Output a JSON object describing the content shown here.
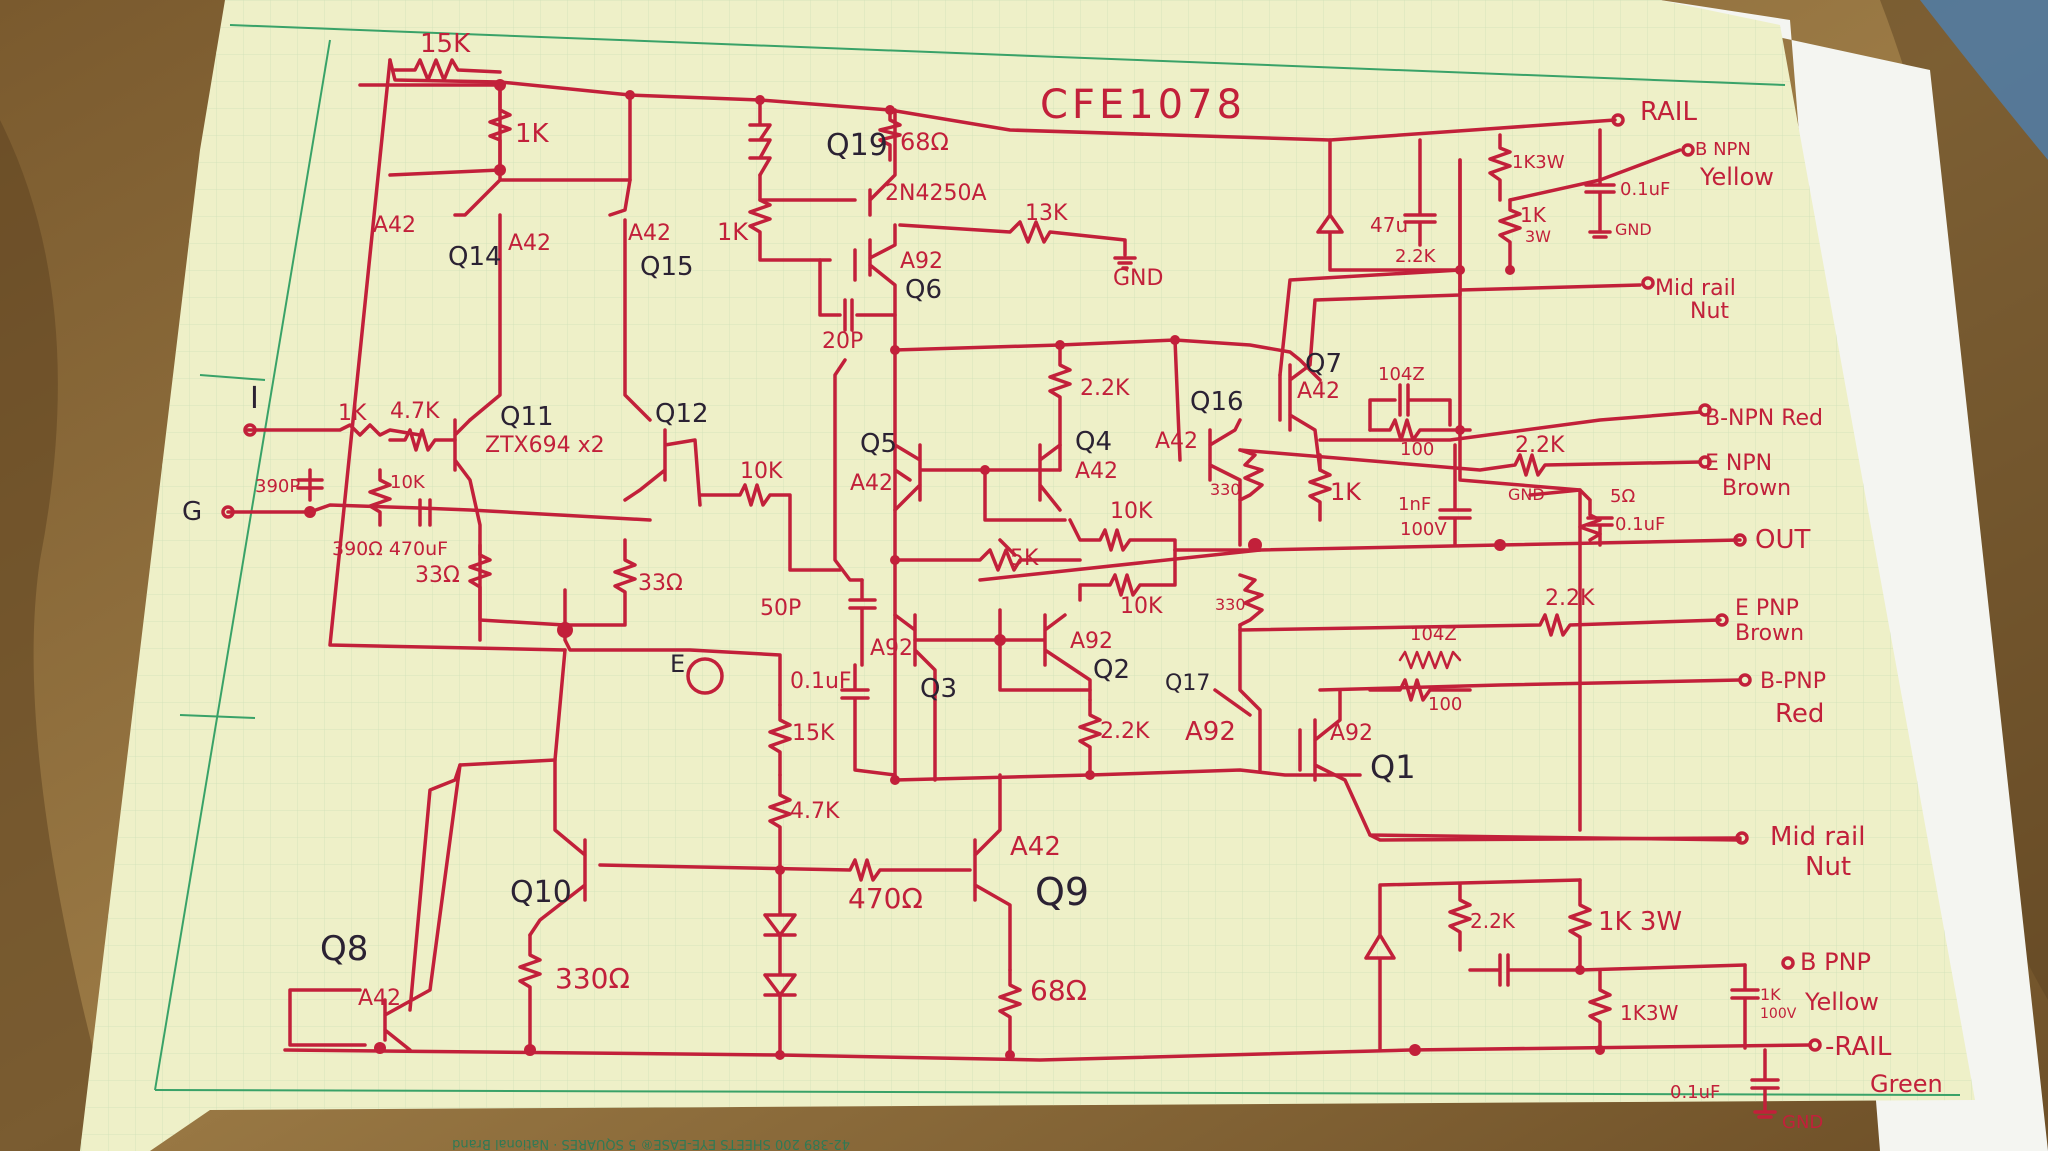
{
  "title": "CFE1078",
  "colors": {
    "ink": "#c2203a",
    "paper": "#eef0c8",
    "grid": "#cfe0b8",
    "margin": "#39a268",
    "jacket": "#8a6b3c",
    "pencil": "#2b2233"
  },
  "labels": {
    "r_15k_top": "15K",
    "r_1k_top": "1K",
    "q19": "Q19",
    "r_68_top": "68Ω",
    "q19_part": "2N4250A",
    "r_13k": "13K",
    "gnd_1": "GND",
    "rail_pos": "RAIL",
    "b_npn_yellow": "B NPN",
    "yellow_1": "Yellow",
    "r_1k3w_top": "1K3W",
    "c_01_top": "0.1uF",
    "gnd_2": "GND",
    "r_1k_3w": "1K",
    "r_1k_3w_sub": "3W",
    "c_47u": "47u",
    "r_22k_top": "2.2K",
    "mid_rail_1": "Mid rail",
    "nut_1": "Nut",
    "a42_1": "A42",
    "q14": "Q14",
    "a42_2": "A42",
    "a42_3": "A42",
    "q15": "Q15",
    "r_1k_mid": "1K",
    "a92_q6": "A92",
    "q6": "Q6",
    "c_20p": "20P",
    "in_i": "I",
    "in_g": "G",
    "r_1k_in": "1K",
    "r_47k_in": "4.7K",
    "q11": "Q11",
    "q11_part": "ZTX694 x2",
    "q12": "Q12",
    "r_10k_a": "10K",
    "c_390p": "390P",
    "r_10k_b": "10K",
    "r_390_470": "390Ω 470uF",
    "r_33_a": "33Ω",
    "r_33_b": "33Ω",
    "r_22k_q4": "2.2K",
    "q5": "Q5",
    "a42_q5": "A42",
    "q4": "Q4",
    "a42_q4": "A42",
    "r_10k_c": "10K",
    "r_5k": "5K",
    "r_10k_d": "10K",
    "c_50p": "50P",
    "a92_q3": "A92",
    "q3": "Q3",
    "a92_q2": "A92",
    "q2": "Q2",
    "c_01_mid": "0.1uF",
    "r_22k_q2": "2.2K",
    "q16": "Q16",
    "a42_q16": "A42",
    "r_330_q16": "330",
    "r_1k_q16": "1K",
    "r_330_q17": "330",
    "q7": "Q7",
    "a42_q7": "A42",
    "c_104z_top": "104Z",
    "r_100_top": "100",
    "b_npn_red": "B-NPN Red",
    "r_22k_e_npn": "2.2K",
    "e_npn": "E NPN",
    "brown_1": "Brown",
    "gnd_3": "GND",
    "r_5": "5Ω",
    "c_01_out": "0.1uF",
    "c_1nf": "1nF",
    "c_100v": "100V",
    "out": "OUT",
    "r_22k_e_pnp": "2.2K",
    "e_pnp": "E PNP",
    "brown_2": "Brown",
    "c_104z_bot": "104Z",
    "r_100_bot": "100",
    "b_pnp_red": "B-PNP",
    "red_2": "Red",
    "q17": "Q17",
    "a92_q17": "A92",
    "a92_q1": "A92",
    "q1": "Q1",
    "mid_rail_2": "Mid rail",
    "nut_2": "Nut",
    "e_test": "E",
    "r_15k_bot": "15K",
    "r_47k_bot": "4.7K",
    "q10": "Q10",
    "r_470": "470Ω",
    "a42_q9": "A42",
    "q9": "Q9",
    "q8": "Q8",
    "a42_q8": "A42",
    "r_330_bot": "330Ω",
    "r_68_bot": "68Ω",
    "r_22k_bot": "2.2K",
    "r_1k3w_bot": "1K 3W",
    "b_pnp": "B PNP",
    "c_1k_100v": "1K",
    "c_100v_b": "100V",
    "yellow_2": "Yellow",
    "r_1k3w_bot2": "1K3W",
    "rail_neg": "-RAIL",
    "green": "Green",
    "c_01_bot": "0.1uF",
    "gnd_4": "GND",
    "imprint": "42-389 200 SHEETS EYE-EASE® 5 SQUARES · National Brand"
  }
}
